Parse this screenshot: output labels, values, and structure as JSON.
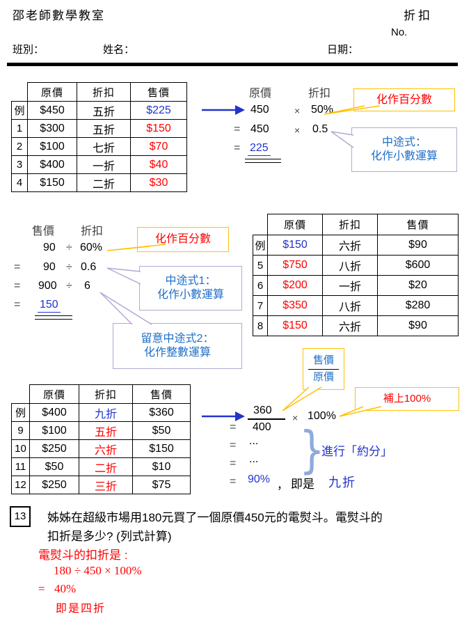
{
  "colors": {
    "answer_blue": "#2233CC",
    "callout_blue": "#1E6EC8",
    "red": "#FF0000",
    "yellow_border": "#FFC000",
    "lavender_border": "#B3A8D2",
    "brace_blue": "#8FAADC",
    "label_gray": "#404040",
    "black": "#000000"
  },
  "header": {
    "school": "邵老師數學教室",
    "topic": "折扣",
    "no_label": "No.",
    "class_label": "班別：",
    "name_label": "姓名：",
    "date_label": "日期："
  },
  "tables": {
    "columns": [
      "原價",
      "折扣",
      "售價"
    ],
    "table1": {
      "rows": [
        {
          "label": {
            "t": "例",
            "s": "kai"
          },
          "cells": [
            {
              "t": "$450",
              "s": ""
            },
            {
              "t": "五折",
              "s": "disc"
            },
            {
              "t": "$225",
              "s": "blue"
            }
          ]
        },
        {
          "label": {
            "t": "1",
            "s": ""
          },
          "cells": [
            {
              "t": "$300",
              "s": ""
            },
            {
              "t": "五折",
              "s": "disc"
            },
            {
              "t": "$150",
              "s": "red"
            }
          ]
        },
        {
          "label": {
            "t": "2",
            "s": ""
          },
          "cells": [
            {
              "t": "$100",
              "s": ""
            },
            {
              "t": "七折",
              "s": "disc"
            },
            {
              "t": "$70",
              "s": "red"
            }
          ]
        },
        {
          "label": {
            "t": "3",
            "s": ""
          },
          "cells": [
            {
              "t": "$400",
              "s": ""
            },
            {
              "t": "一折",
              "s": "disc"
            },
            {
              "t": "$40",
              "s": "red"
            }
          ]
        },
        {
          "label": {
            "t": "4",
            "s": ""
          },
          "cells": [
            {
              "t": "$150",
              "s": ""
            },
            {
              "t": "二折",
              "s": "disc"
            },
            {
              "t": "$30",
              "s": "red"
            }
          ]
        }
      ]
    },
    "table2": {
      "rows": [
        {
          "label": {
            "t": "例",
            "s": "kai"
          },
          "cells": [
            {
              "t": "$150",
              "s": "blue"
            },
            {
              "t": "六折",
              "s": "disc"
            },
            {
              "t": "$90",
              "s": ""
            }
          ]
        },
        {
          "label": {
            "t": "5",
            "s": ""
          },
          "cells": [
            {
              "t": "$750",
              "s": "red"
            },
            {
              "t": "八折",
              "s": "disc"
            },
            {
              "t": "$600",
              "s": ""
            }
          ]
        },
        {
          "label": {
            "t": "6",
            "s": ""
          },
          "cells": [
            {
              "t": "$200",
              "s": "red"
            },
            {
              "t": "一折",
              "s": "disc"
            },
            {
              "t": "$20",
              "s": ""
            }
          ]
        },
        {
          "label": {
            "t": "7",
            "s": ""
          },
          "cells": [
            {
              "t": "$350",
              "s": "red"
            },
            {
              "t": "八折",
              "s": "disc"
            },
            {
              "t": "$280",
              "s": ""
            }
          ]
        },
        {
          "label": {
            "t": "8",
            "s": ""
          },
          "cells": [
            {
              "t": "$150",
              "s": "red"
            },
            {
              "t": "六折",
              "s": "disc"
            },
            {
              "t": "$90",
              "s": ""
            }
          ]
        }
      ]
    },
    "table3": {
      "rows": [
        {
          "label": {
            "t": "例",
            "s": "kai"
          },
          "cells": [
            {
              "t": "$400",
              "s": ""
            },
            {
              "t": "九折",
              "s": "disc blue"
            },
            {
              "t": "$360",
              "s": ""
            }
          ]
        },
        {
          "label": {
            "t": "9",
            "s": ""
          },
          "cells": [
            {
              "t": "$100",
              "s": ""
            },
            {
              "t": "五折",
              "s": "disc red"
            },
            {
              "t": "$50",
              "s": ""
            }
          ]
        },
        {
          "label": {
            "t": "10",
            "s": ""
          },
          "cells": [
            {
              "t": "$250",
              "s": ""
            },
            {
              "t": "六折",
              "s": "disc red"
            },
            {
              "t": "$150",
              "s": ""
            }
          ]
        },
        {
          "label": {
            "t": "11",
            "s": ""
          },
          "cells": [
            {
              "t": "$50",
              "s": ""
            },
            {
              "t": "二折",
              "s": "disc red"
            },
            {
              "t": "$10",
              "s": ""
            }
          ]
        },
        {
          "label": {
            "t": "12",
            "s": ""
          },
          "cells": [
            {
              "t": "$250",
              "s": ""
            },
            {
              "t": "三折",
              "s": "disc red"
            },
            {
              "t": "$75",
              "s": ""
            }
          ]
        }
      ]
    }
  },
  "calc1": {
    "label_left": "原價",
    "label_right": "折扣",
    "row1": {
      "a": "450",
      "op": "×",
      "b": "50%"
    },
    "row2": {
      "eq": "=",
      "a": "450",
      "op": "×",
      "b": "0.5"
    },
    "row3": {
      "eq": "=",
      "result": "225"
    }
  },
  "calc2": {
    "label_left": "售價",
    "label_right": "折扣",
    "row1": {
      "a": "90",
      "op": "÷",
      "b": "60%"
    },
    "row2": {
      "eq": "=",
      "a": "90",
      "op": "÷",
      "b": "0.6"
    },
    "row3": {
      "eq": "=",
      "a": "900",
      "op": "÷",
      "b": "6"
    },
    "row4": {
      "eq": "=",
      "result": "150"
    }
  },
  "calc3": {
    "numerator": "360",
    "denominator": "400",
    "op": "×",
    "b": "100%",
    "eq1": "=",
    "eq2": "=",
    "dots1": "...",
    "eq3": "=",
    "dots2": "...",
    "eq4": "=",
    "result": "90%",
    "comma": "，",
    "connective": "即是",
    "final": "九折",
    "brace_note": "進行「約分」"
  },
  "callouts": {
    "percent1": "化作百分數",
    "mid1_line1": "中途式：",
    "mid1_line2": "化作小數運算",
    "percent2": "化作百分數",
    "mid2_line1": "中途式1：",
    "mid2_line2": "化作小數運算",
    "mid3_line1": "留意中途式2：",
    "mid3_line2": "化作整數運算",
    "fraction_top": "售價",
    "fraction_bottom": "原價",
    "add100": "補上100%"
  },
  "question13": {
    "number": "13",
    "line1": "姊姊在超級市場用180元買了一個原價450元的電熨斗。電熨斗的",
    "line2": "扣折是多少? (列式計算)",
    "answer_intro": "電熨斗的扣折是 :",
    "expression": "180 ÷ 450 × 100%",
    "equals": "=",
    "result": "40%",
    "conclusion": "即是四折"
  }
}
